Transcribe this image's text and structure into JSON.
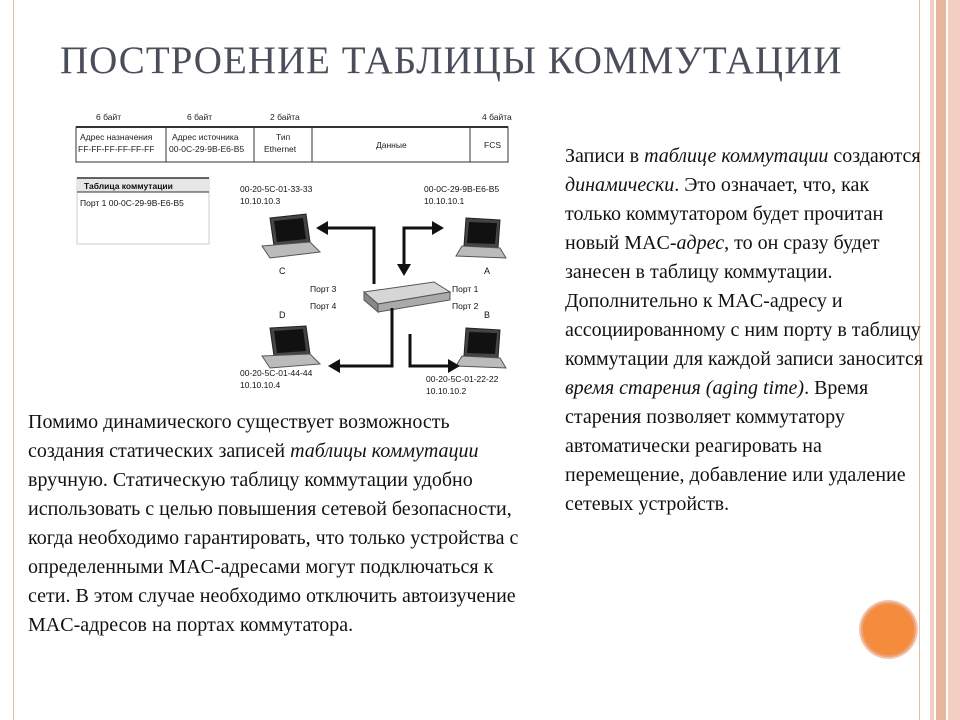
{
  "title": "ПОСТРОЕНИЕ ТАБЛИЦЫ КОММУТАЦИИ",
  "frame_header": {
    "byte_labels": [
      "6 байт",
      "6 байт",
      "2 байта",
      "4 байта"
    ],
    "fields": {
      "dest_label": "Адрес назначения",
      "dest_value": "FF-FF-FF-FF-FF-FF",
      "src_label": "Адрес источника",
      "src_value": "00-0C-29-9B-E6-B5",
      "type_label": "Тип",
      "type_value": "Ethernet",
      "data": "Данные",
      "fcs": "FCS"
    }
  },
  "switch_table": {
    "title": "Таблица коммутации",
    "row": "Порт 1  00-0С-29-9В-Е6-В5"
  },
  "hosts": {
    "C": {
      "letter": "C",
      "mac": "00-20-5C-01-33-33",
      "ip": "10.10.10.3"
    },
    "A": {
      "letter": "A",
      "mac": "00-0C-29-9B-E6-B5",
      "ip": "10.10.10.1"
    },
    "D": {
      "letter": "D",
      "mac": "00-20-5C-01-44-44",
      "ip": "10.10.10.4"
    },
    "B": {
      "letter": "B",
      "mac": "00-20-5C-01-22-22",
      "ip": "10.10.10.2"
    }
  },
  "ports": {
    "p1": "Порт 1",
    "p2": "Порт 2",
    "p3": "Порт 3",
    "p4": "Порт 4"
  },
  "left_text": {
    "a": "Помимо динамического существует возможность создания статических записей ",
    "a_em": "таблицы коммутации",
    "b": " вручную. Статическую таблицу коммутации удобно использовать с целью повышения сетевой безопасности, когда необходимо гарантировать, что только устройства с определенными MAC-адресами могут подключаться к сети. В этом случае необходимо отключить автоизучение MAC-адресов на портах коммутатора."
  },
  "right_text": {
    "a": "Записи в ",
    "a_em": "таблице коммутации",
    "b": " создаются ",
    "b_em": "динамически",
    "c": ". Это означает, что, как только коммутатором будет прочитан новый MAC-",
    "c_em": "адрес",
    "d": ", то он сразу будет занесен в таблицу коммутации. Дополнительно к MAC-адресу и ассоциированному с ним порту в таблицу коммутации для каждой записи заносится ",
    "d_em": "время старения (aging time)",
    "e": ". Время старения позволяет коммутатору автоматически реагировать на перемещение, добавление или удаление сетевых устройств."
  },
  "colors": {
    "title": "#4a4e5a",
    "accent_circle": "#f58b3c",
    "frame_border": "#e8b9a6"
  }
}
